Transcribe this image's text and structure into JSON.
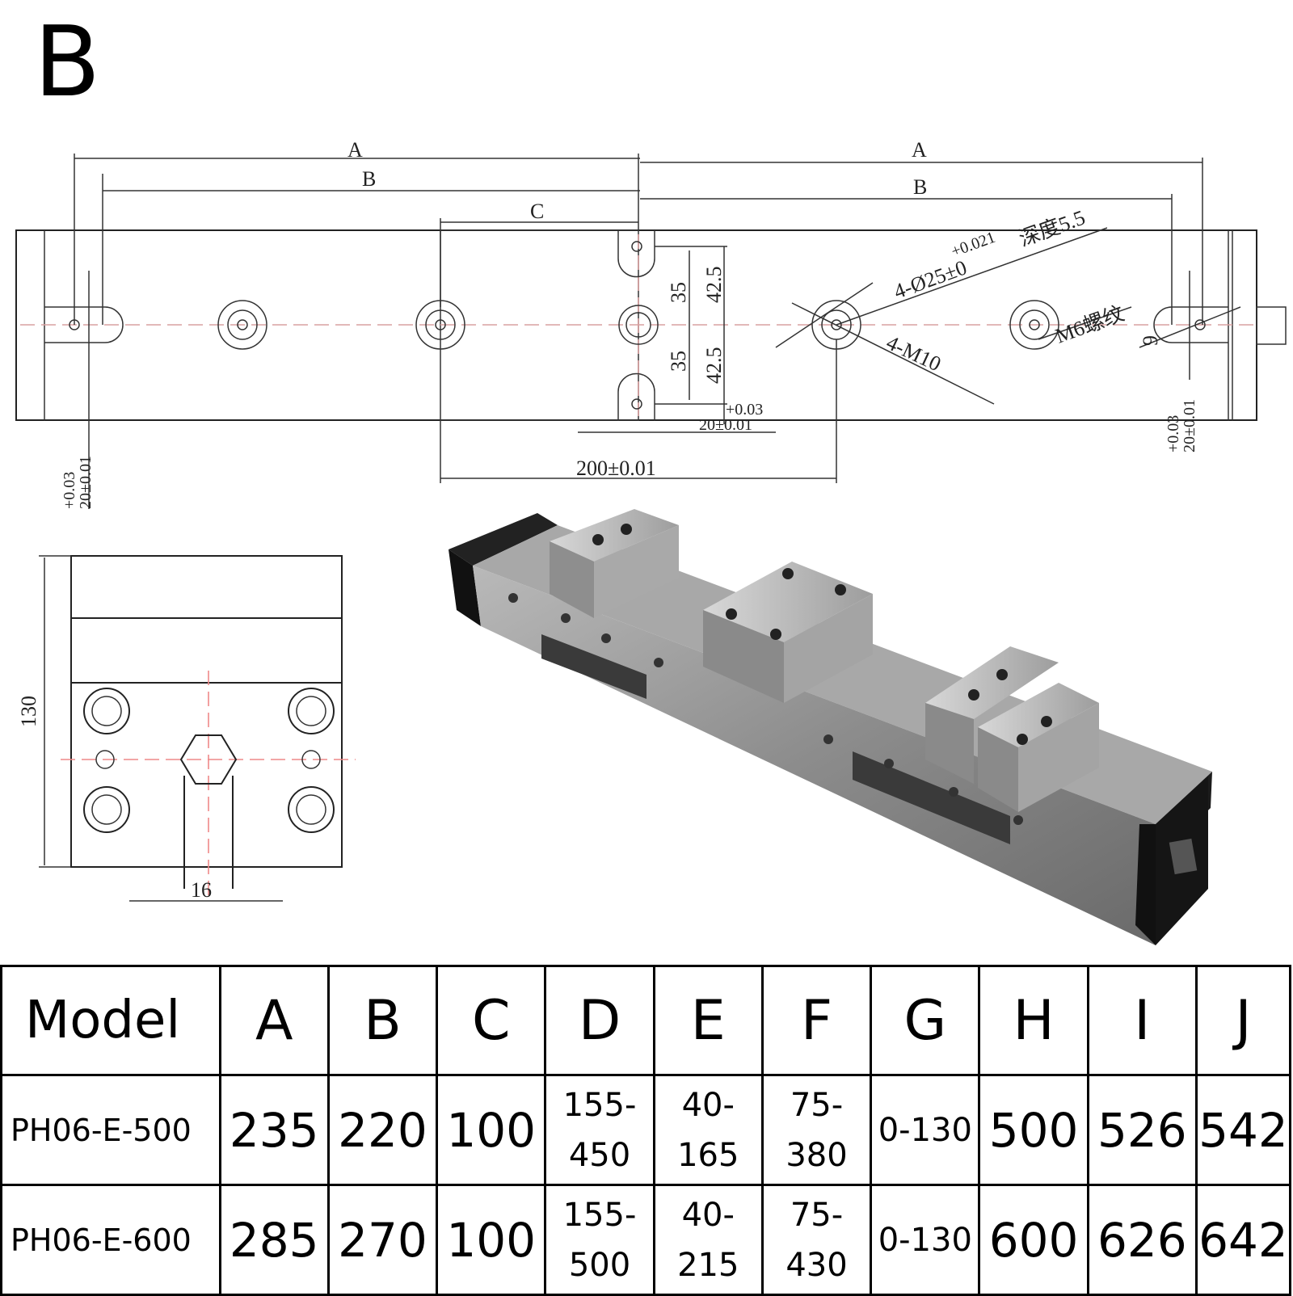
{
  "panel_label": "B",
  "drawing": {
    "dim_A_left": "A",
    "dim_B_left": "B",
    "dim_C": "C",
    "dim_A_right": "A",
    "dim_B_right": "B",
    "dim_35_top": "35",
    "dim_42_5_top": "42.5",
    "dim_35_bottom": "35",
    "dim_42_5_bottom": "42.5",
    "dim_20_tol_center": "20±0.01",
    "dim_tol_center_upper": "+0.03",
    "dim_200": "200±0.01",
    "callout_bore": "4-Ø25±0",
    "callout_bore_tol": "+0.021",
    "callout_depth": "深度5.5",
    "callout_m10": "4-M10",
    "callout_m6": "M6螺纹",
    "dim_9": "9",
    "dim_20_left": "20±0.01",
    "dim_20_left_tol": "+0.03",
    "dim_20_right": "20±0.01",
    "dim_20_right_tol": "+0.03",
    "side_130": "130",
    "side_16": "16"
  },
  "table": {
    "headers": [
      "Model",
      "A",
      "B",
      "C",
      "D",
      "E",
      "F",
      "G",
      "H",
      "I",
      "J"
    ],
    "rows": [
      [
        "PH06-E-500",
        "235",
        "220",
        "100",
        "155-450",
        "40-165",
        "75-380",
        "0-130",
        "500",
        "526",
        "542"
      ],
      [
        "PH06-E-600",
        "285",
        "270",
        "100",
        "155-500",
        "40-215",
        "75-430",
        "0-130",
        "600",
        "626",
        "642"
      ]
    ]
  }
}
